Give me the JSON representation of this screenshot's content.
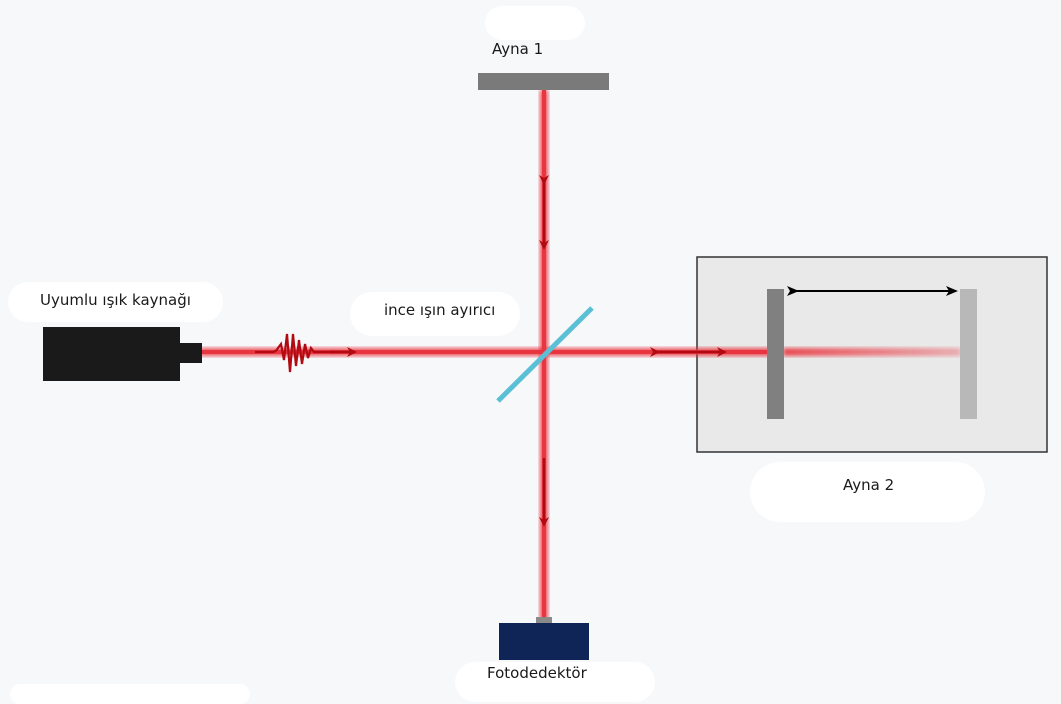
{
  "diagram": {
    "labels": {
      "mirror1": "Ayna 1",
      "mirror2": "Ayna 2",
      "source": "Uyumlu ışık kaynağı",
      "beam_splitter": "ince ışın ayırıcı",
      "detector": "Fotodedektör"
    },
    "colors": {
      "background": "#f6f8fa",
      "laser_beam": "#e8353f",
      "laser_arrow": "#b20a12",
      "source_body": "#1a1a1a",
      "mirror1": "#7a7a7a",
      "mirror2_fixed": "#808080",
      "mirror2_movable": "#b8b8b8",
      "beam_splitter": "#5bbfd6",
      "detector": "#0f2557",
      "stage_box": "#e8e8e8"
    },
    "icons": [
      "laser-source-icon",
      "wave-packet-icon",
      "beam-splitter-icon",
      "mirror-icon",
      "photodetector-icon"
    ]
  }
}
